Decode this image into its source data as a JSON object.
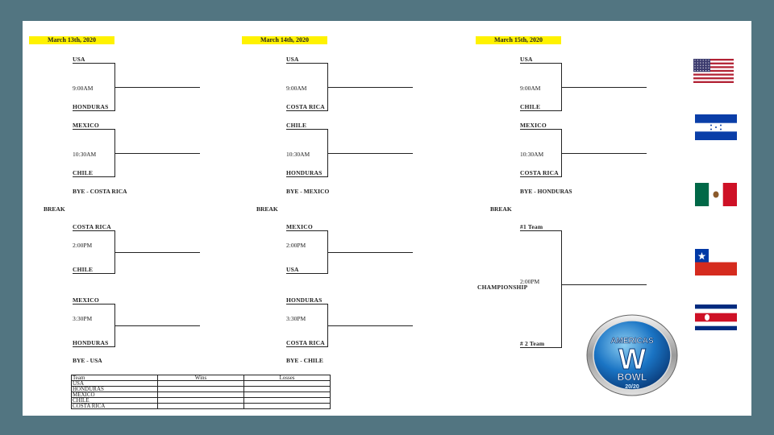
{
  "days": [
    {
      "date": "March 13th, 2020",
      "games": [
        {
          "top": "USA",
          "time": "9:00AM",
          "bottom": "HONDURAS"
        },
        {
          "top": "MEXICO",
          "time": "10:30AM",
          "bottom": "CHILE"
        },
        {
          "top": "COSTA RICA",
          "time": "2:00PM",
          "bottom": "CHILE"
        },
        {
          "top": "MEXICO",
          "time": "3:30PM",
          "bottom": "HONDURAS"
        }
      ],
      "bye1": "BYE - COSTA RICA",
      "bye2": "BYE - USA"
    },
    {
      "date": "March 14th, 2020",
      "games": [
        {
          "top": "USA",
          "time": "9:00AM",
          "bottom": "COSTA RICA"
        },
        {
          "top": "CHILE",
          "time": "10:30AM",
          "bottom": "HONDURAS"
        },
        {
          "top": "MEXICO",
          "time": "2:00PM",
          "bottom": "USA"
        },
        {
          "top": "HONDURAS",
          "time": "3:30PM",
          "bottom": "COSTA RICA"
        }
      ],
      "bye1": "BYE - MEXICO",
      "bye2": "BYE - CHILE"
    },
    {
      "date": "March 15th, 2020",
      "games": [
        {
          "top": "USA",
          "time": "9:00AM",
          "bottom": "CHILE"
        },
        {
          "top": "MEXICO",
          "time": "10:30AM",
          "bottom": "COSTA RICA"
        }
      ],
      "bye1": "BYE - HONDURAS",
      "championship": {
        "top": "#1 Team",
        "time": "2:00PM",
        "label": "CHAMPIONSHIP",
        "bottom": "# 2 Team"
      }
    }
  ],
  "break_label": "BREAK",
  "standings": {
    "headers": [
      "Team",
      "Wins",
      "Losses"
    ],
    "teams": [
      "USA",
      "HONDURAS",
      "MEXICO",
      "CHILE",
      "COSTA RICA"
    ]
  },
  "logo": {
    "line1": "AMERICAS",
    "letter": "W",
    "line2": "BOWL",
    "line3": "20/20"
  },
  "colors": {
    "background": "#527581",
    "date_highlight": "#fff200"
  }
}
